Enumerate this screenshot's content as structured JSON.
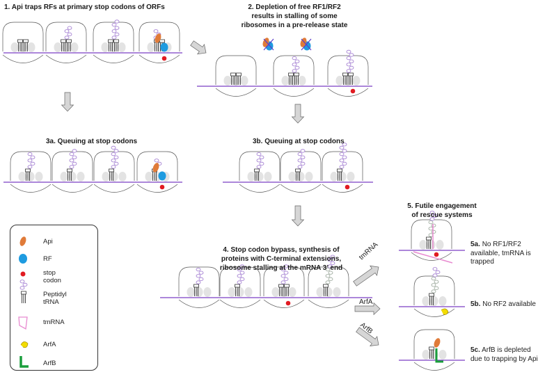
{
  "panels": {
    "p1_title": "1. Api traps RFs at primary stop codons of ORFs",
    "p2_title_line1": "2. Depletion of free RF1/RF2",
    "p2_title_line2": "results in stalling of some",
    "p2_title_line3": "ribosomes in a pre-release state",
    "p3a_title": "3a. Queuing at stop codons",
    "p3b_title": "3b. Queuing at stop codons",
    "p4_title_line1": "4. Stop codon bypass, synthesis of",
    "p4_title_line2": "proteins with C-terminal extensions,",
    "p4_title_line3": "ribosome stalling at the mRNA 3’ end",
    "p5_title_line1": "5. Futile engagement",
    "p5_title_line2": "of rescue systems"
  },
  "outcomes": {
    "a_id": "5a.",
    "a_line1": "No RF1/RF2",
    "a_line2": "available, tmRNA is",
    "a_line3": "trapped",
    "b_id": "5b.",
    "b_text": "No RF2 available",
    "c_id": "5c.",
    "c_line1": "ArfB is depleted",
    "c_line2": "due to trapping by Api"
  },
  "arrow_labels": {
    "tmrna": "tmRNA",
    "arfa": "ArfA",
    "arfb": "ArfB"
  },
  "legend": {
    "api": "Api",
    "rf": "RF",
    "stop_line1": "stop",
    "stop_line2": "codon",
    "peptidyl_line1": "Peptidyl",
    "peptidyl_line2": "tRNA",
    "tmrna": "tmRNA",
    "arfa": "ArfA",
    "arfb": "ArfB"
  },
  "colors": {
    "mrna": "#7b3fc4",
    "api": "#e07b39",
    "rf": "#1e9be0",
    "stop": "#e11b22",
    "peptide": "#a07ad0",
    "tmrna": "#e88ad0",
    "arfa": "#f2dc00",
    "arfb": "#1a9e3c",
    "arrow": "#d6d6d6",
    "extension": "#9aa79a"
  }
}
